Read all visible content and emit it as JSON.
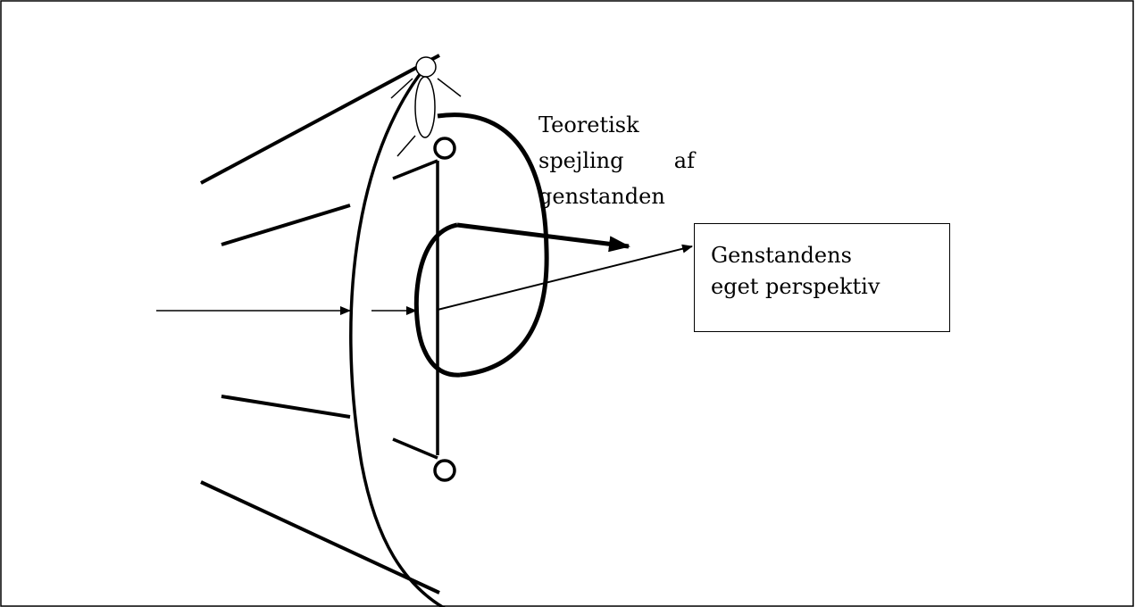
{
  "diagram": {
    "reflection_label": {
      "line1": "Teoretisk",
      "line2_word1": "spejling",
      "line2_word2": "af",
      "line3": "genstanden"
    },
    "perspective_box": {
      "line1": "Genstandens",
      "line2": "eget perspektiv"
    },
    "colors": {
      "stroke": "#000000",
      "background": "#ffffff"
    }
  }
}
